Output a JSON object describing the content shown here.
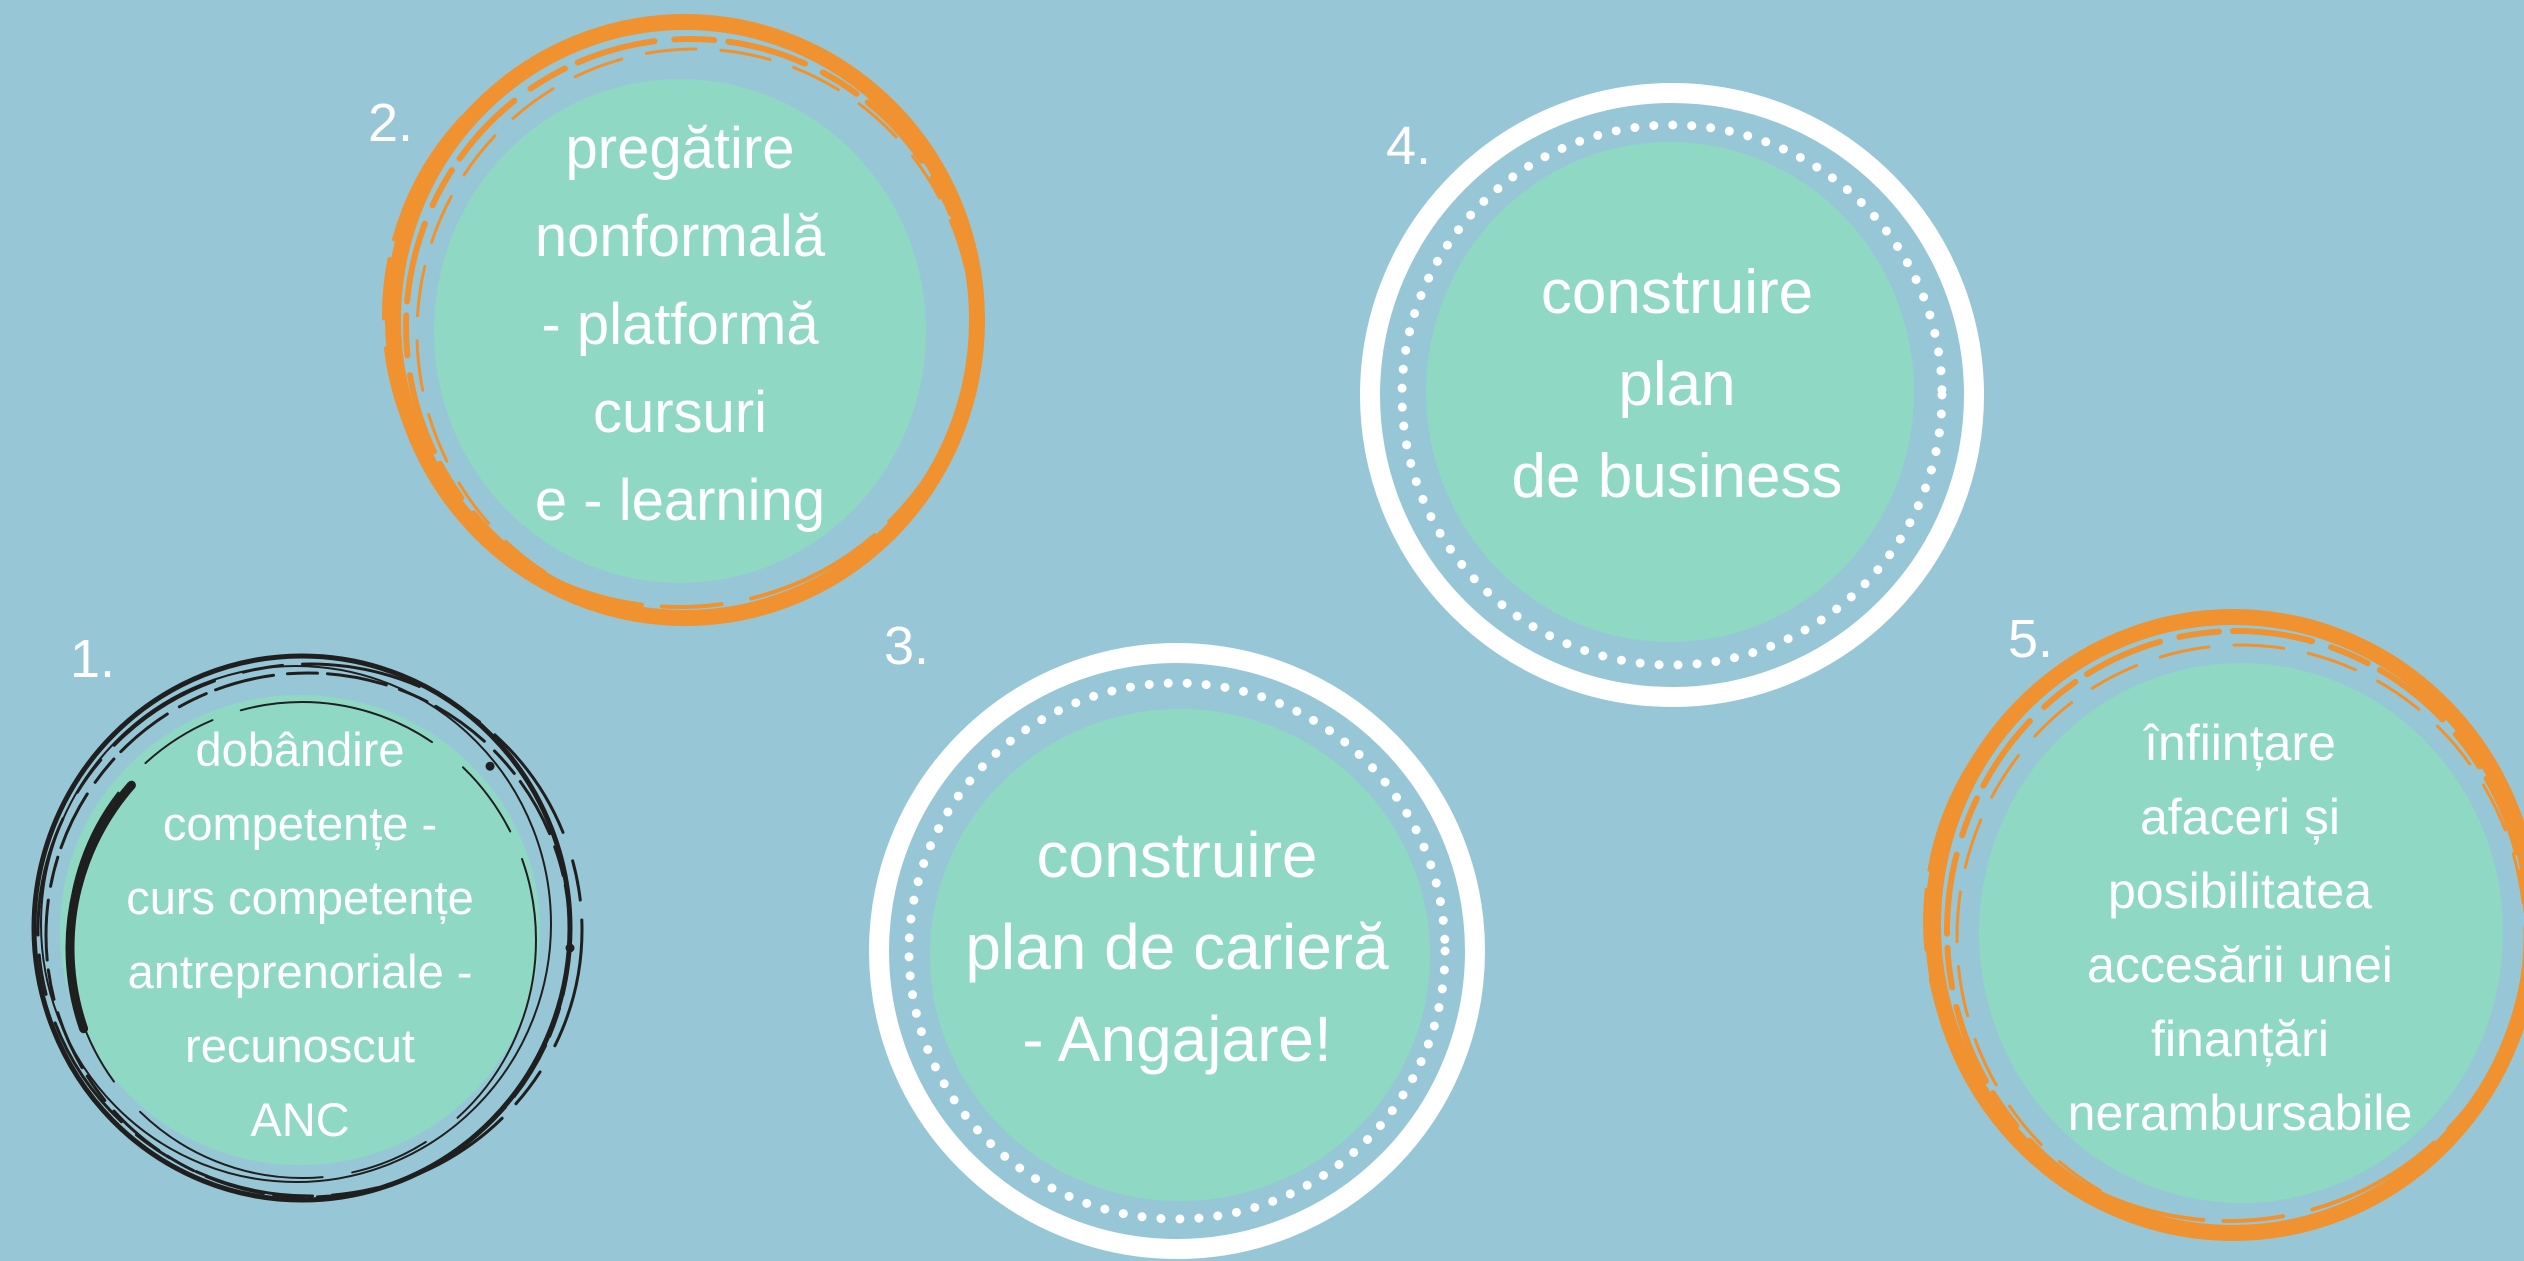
{
  "steps": [
    {
      "number": "1.",
      "lines": [
        "dobândire",
        "competențe -",
        "curs competențe",
        "antreprenoriale -",
        "recunoscut",
        "ANC"
      ],
      "frame": "black-brush"
    },
    {
      "number": "2.",
      "lines": [
        "pregătire",
        "nonformală",
        "- platformă",
        "cursuri",
        "e - learning"
      ],
      "frame": "orange-brush"
    },
    {
      "number": "3.",
      "lines": [
        "construire",
        "plan de carieră",
        "- Angajare!"
      ],
      "frame": "white-dotted-ring"
    },
    {
      "number": "4.",
      "lines": [
        "construire",
        "plan",
        "de business"
      ],
      "frame": "white-dotted-ring"
    },
    {
      "number": "5.",
      "lines": [
        "înființare",
        "afaceri și",
        "posibilitatea",
        "accesării unei",
        "finanțări",
        "nerambursabile"
      ],
      "frame": "orange-brush"
    }
  ],
  "colors": {
    "background": "#97c7d7",
    "circle_fill": "#8fd8c4",
    "orange": "#f0922f",
    "black": "#1f1f1f",
    "white": "#ffffff"
  }
}
